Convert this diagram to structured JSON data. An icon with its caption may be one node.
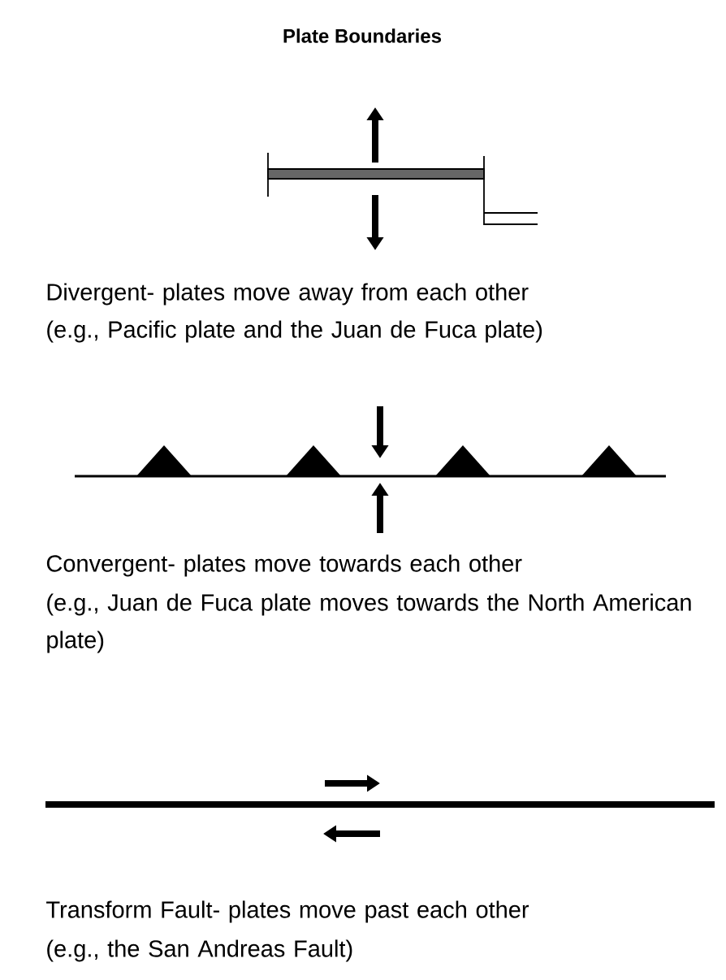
{
  "diagram": {
    "title": "Plate Boundaries",
    "labels": [
      "Divergent- plates move away from each other",
      "(e.g., Pacific plate and the Juan de Fuca plate)",
      "Convergent- plates move towards each other",
      "(e.g., Juan de Fuca plate moves towards the North American plate)",
      "Transform Fault- plates move past each other",
      "(e.g., the San Andreas Fault)"
    ]
  }
}
